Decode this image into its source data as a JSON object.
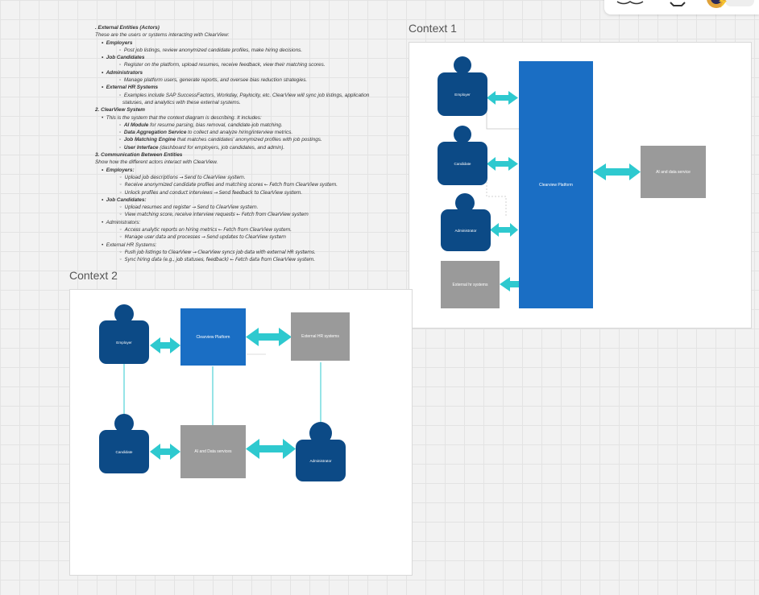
{
  "notes": {
    "s1_title": ". External Entities (Actors)",
    "s1_intro": "These are the users or systems interacting with ClearView:",
    "employers": "Employers",
    "employers_desc": "Post job listings, review anonymized candidate profiles, make hiring decisions.",
    "job_candidates": "Job Candidates",
    "job_candidates_desc": "Register on the platform, upload resumes, receive feedback, view their matching scores.",
    "administrators": "Administrators",
    "administrators_desc": "Manage platform users, generate reports, and oversee bias reduction strategies.",
    "external_hr": "External HR Systems",
    "external_hr_desc1": "Examples include SAP SuccessFactors, Workday, Paylocity, etc. ClearView will sync job listings, application",
    "external_hr_desc2": "statuses, and analytics with these external systems.",
    "s2_title": "2. ClearView System",
    "s2_intro": "This is the system that the context diagram is describing. It includes:",
    "ai_module": "AI Module",
    "ai_module_desc": " for resume parsing, bias removal, candidate-job matching.",
    "data_agg": "Data Aggregation Service",
    "data_agg_desc": " to collect and analyze hiring/interview metrics.",
    "job_matching": "Job Matching Engine",
    "job_matching_desc": " that matches candidates' anonymized profiles with job postings.",
    "user_interface": "User Interface",
    "user_interface_desc": " (dashboard for employers, job candidates, and admin).",
    "s3_title": "3. Communication Between Entities",
    "s3_intro": "Show how the different actors interact with ClearView.",
    "employers_colon": "Employers:",
    "emp_i1": "Upload job descriptions → Send to ClearView system.",
    "emp_i2": "Receive anonymized candidate profiles and matching scores ← Fetch from ClearView system.",
    "emp_i3": "Unlock profiles and conduct interviews → Send feedback to ClearView system.",
    "job_candidates_colon": "Job Candidates:",
    "jc_i1": "Upload resumes and register → Send to ClearView system.",
    "jc_i2": "View matching score, receive interview requests ← Fetch from ClearView system",
    "administrators_colon": "Administrators:",
    "adm_i1": "Access analytic reports on hiring metrics ← Fetch from ClearView system.",
    "adm_i2": "Manage user data and processes → Send updates to ClearView system",
    "external_hr_colon": "External HR Systems:",
    "hr_i1": "Push job listings to ClearView → ClearView syncs job data with external HR systems.",
    "hr_i2": "Sync hiring data (e.g., job statuses, feedback) ← Fetch data from ClearView system."
  },
  "context1": {
    "title": "Context 1",
    "employer": "Employer",
    "candidate": "Candidate",
    "administrator": "Administrator",
    "external_hr": "External hr systems",
    "platform": "Clearview Platform",
    "ai": "AI and data service"
  },
  "context2": {
    "title": "Context 2",
    "employer": "Employer",
    "candidate": "Candidate",
    "administrator": "Administrator",
    "platform": "Clearview Platform",
    "external_hr": "External HR systems",
    "ai": "AI and Data services"
  },
  "colors": {
    "actor": "#0c4a86",
    "platform": "#1a6ec4",
    "system_box": "#9a9a9a",
    "arrow": "#2ec9cf"
  },
  "toolbar_icons": [
    "reactions-icon",
    "settings-icon",
    "avatar-badge-icon"
  ]
}
